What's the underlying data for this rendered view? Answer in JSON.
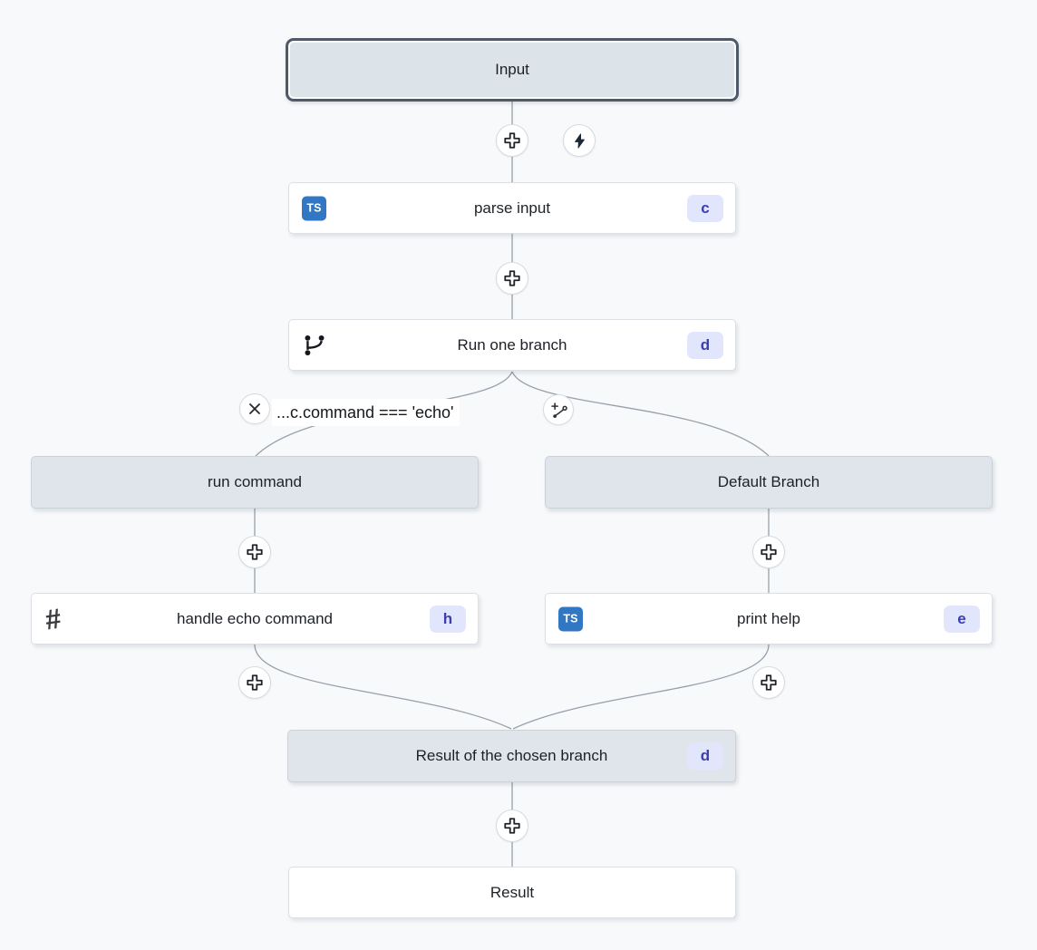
{
  "colors": {
    "canvas_bg": "#f7f9fb",
    "edge": "#97a0aa",
    "gray_node_bg": "#dfe5ea",
    "white_node_bg": "#ffffff",
    "selected_node_border": "#4e5a68",
    "id_badge_bg": "#e2e6fc",
    "id_badge_text": "#3b3db0",
    "typescript_badge_bg": "#3277c4"
  },
  "icons": {
    "add_step": "plus-icon",
    "trigger": "lightning-bolt-icon",
    "branch": "git-branch-icon",
    "condition_marker": "x-icon",
    "add_branch": "branch-plus-icon",
    "script": "hash-icon"
  },
  "nodes": {
    "input": {
      "label": "Input"
    },
    "parse_input": {
      "label": "parse input",
      "lang_badge": "TS",
      "id_badge": "c"
    },
    "run_one_branch": {
      "label": "Run one branch",
      "id_badge": "d"
    },
    "run_command": {
      "label": "run command"
    },
    "handle_echo_command": {
      "label": "handle echo command",
      "id_badge": "h"
    },
    "default_branch": {
      "label": "Default Branch"
    },
    "print_help": {
      "label": "print help",
      "lang_badge": "TS",
      "id_badge": "e"
    },
    "result_of_chosen_branch": {
      "label": "Result of the chosen branch",
      "id_badge": "d"
    },
    "result": {
      "label": "Result"
    }
  },
  "branch_condition": {
    "label": "...c.command === 'echo'"
  }
}
